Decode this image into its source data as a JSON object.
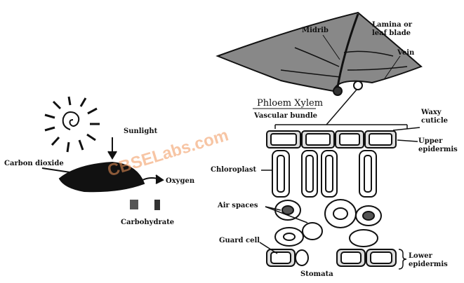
{
  "labels": {
    "midrib": "Midrib",
    "lamina": "Lamina or leaf blade",
    "vein": "Vein",
    "phloem_xylem": "Phloem Xylem",
    "vascular_bundle": "Vascular bundle",
    "waxy_cuticle": "Waxy cuticle",
    "upper_epidermis": "Upper epidermis",
    "chloroplast": "Chloroplast",
    "air_spaces": "Air spaces",
    "guard_cell": "Guard cell",
    "stomata": "Stomata",
    "lower_epidermis": "Lower epidermis",
    "sunlight": "Sunlight",
    "carbon_dioxide": "Carbon dioxide",
    "oxygen": "Oxygen",
    "carbohydrate": "Carbohydrate"
  },
  "watermark": "CBSELabs.com"
}
